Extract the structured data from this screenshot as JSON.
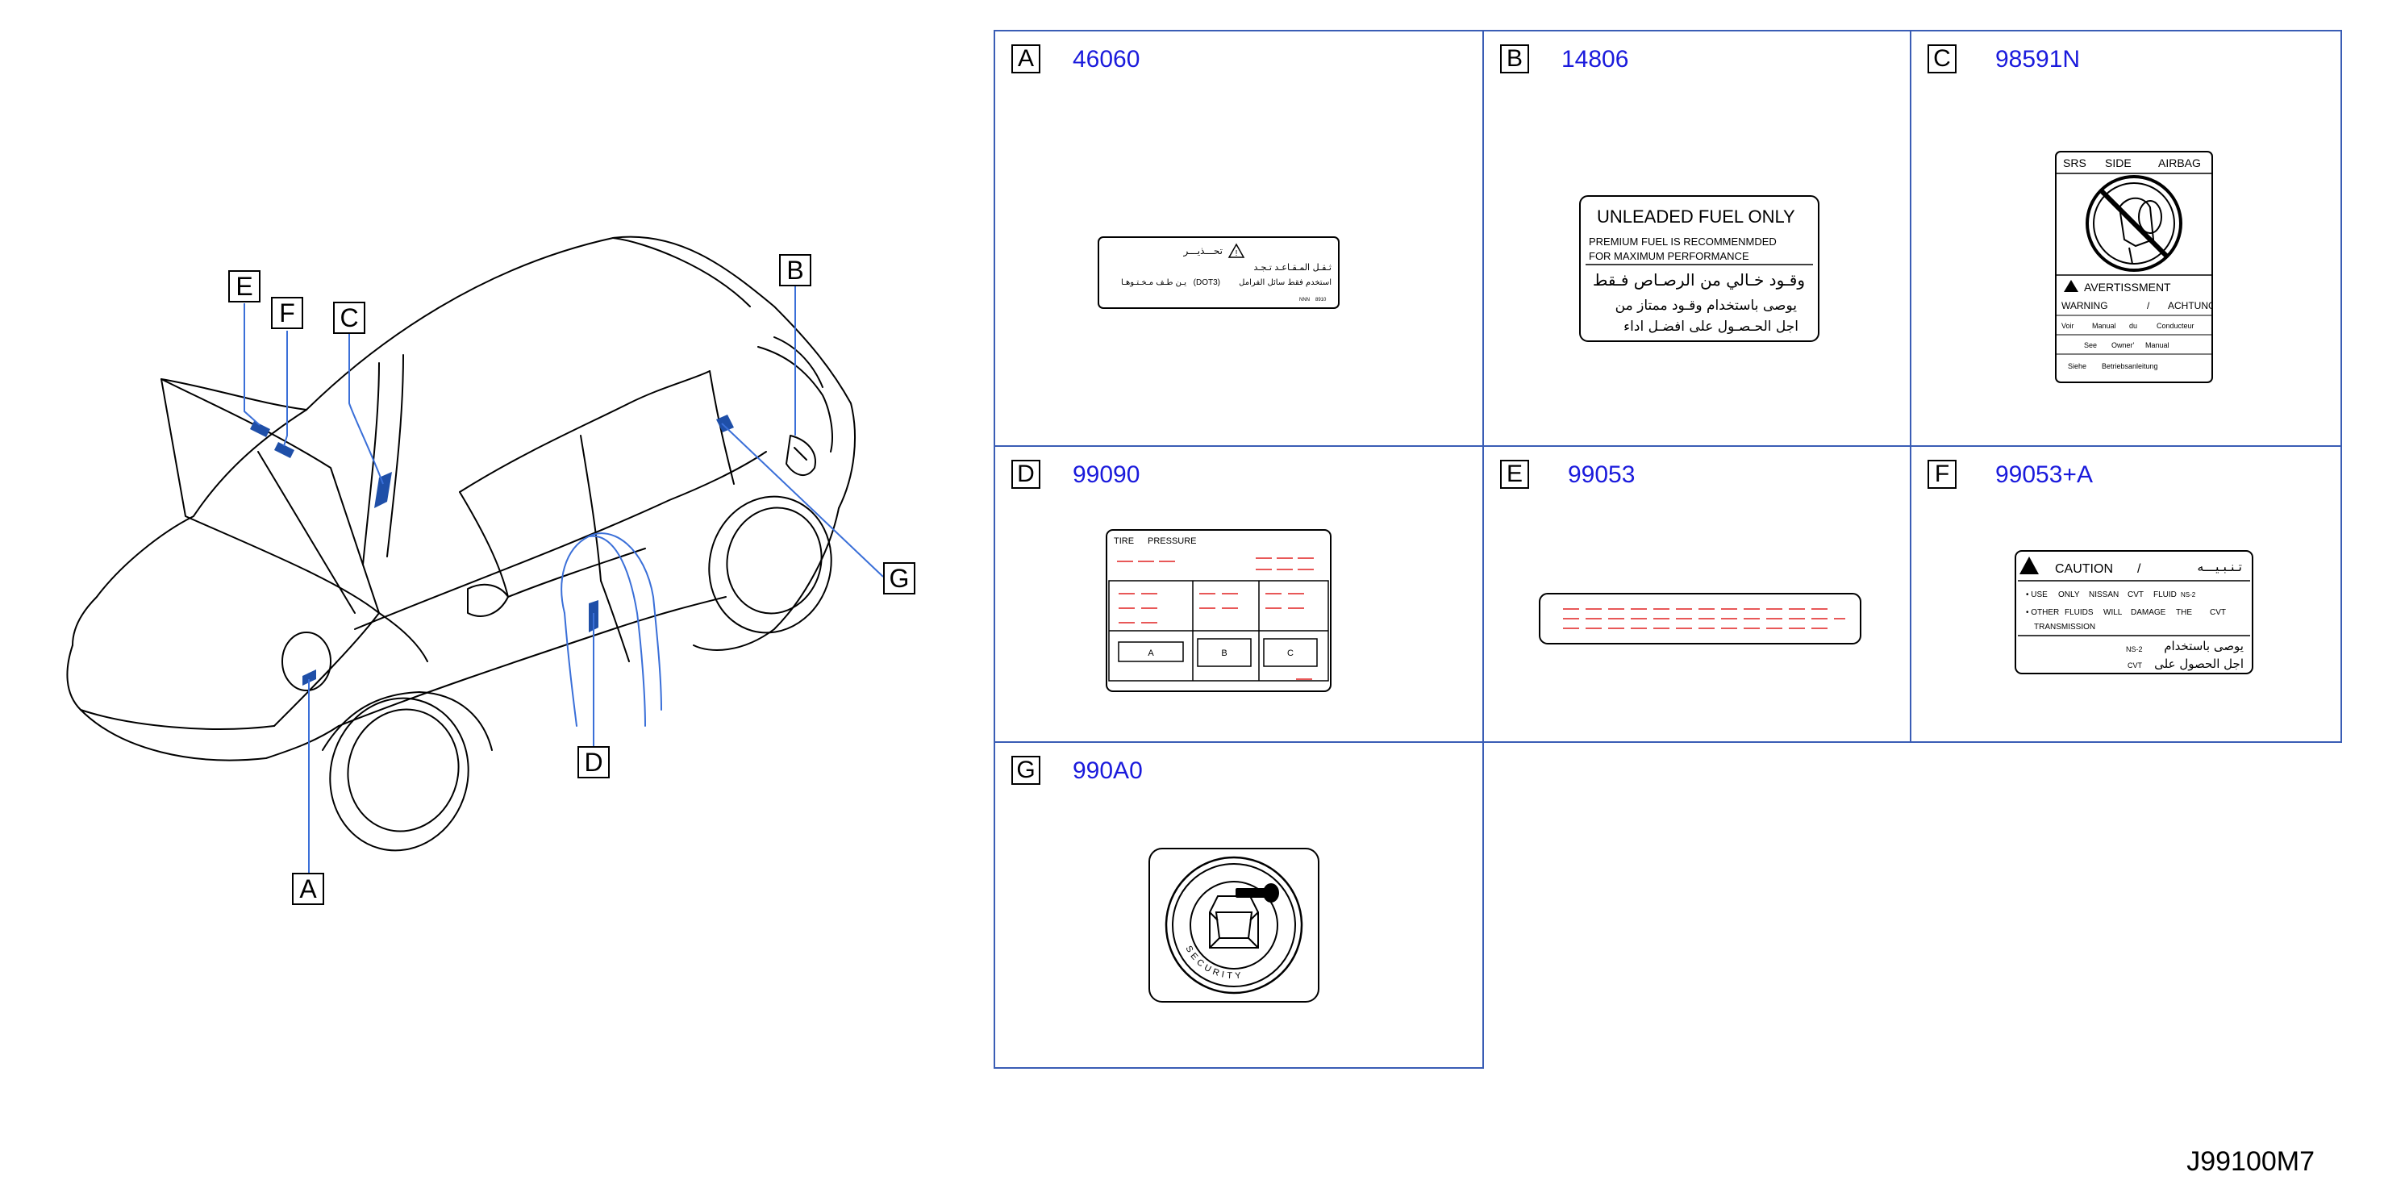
{
  "diagram_code": "J99100M7",
  "callouts": [
    "A",
    "B",
    "C",
    "D",
    "E",
    "F",
    "G"
  ],
  "labels": {
    "A": {
      "letter": "A",
      "part_number": "46060",
      "caution_ar": "تحـــذيـــر",
      "line1_ar": "ثـقـل المـقـاعـد تـجـد",
      "line2_left_ar": "يـن طـف مـخـتـوهـا",
      "line2_dot": "(DOT3)",
      "line2_right_ar": "استخدم فقط سائل الفرامل",
      "footer": [
        "NNN",
        "8910"
      ]
    },
    "B": {
      "letter": "B",
      "part_number": "14806",
      "title": "UNLEADED  FUEL  ONLY",
      "premium_line1": "PREMIUM   FUEL   IS   RECOMMENMDED",
      "premium_line2": "FOR    MAXIMUM    PERFORMANCE",
      "ar_line1": "وقـود خـالي من الرصـاص فـقط",
      "ar_line2": "يوصى باستخدام وقـود ممتاز من",
      "ar_line3": "اجل الحـصـول على افضـل اداء"
    },
    "C": {
      "letter": "C",
      "part_number": "98591N",
      "header": [
        "SRS",
        "SIDE",
        "AIRBAG"
      ],
      "avertissment": "AVERTISSMENT",
      "warning_row": [
        "WARNING",
        "/",
        "ACHTUNG"
      ],
      "voir_row": [
        "Voir",
        "Manual",
        "du",
        "Conducteur"
      ],
      "see_row": [
        "See",
        "Owner'",
        "Manual"
      ],
      "siehe_row": [
        "Siehe",
        "Betriebsanleitung"
      ]
    },
    "D": {
      "letter": "D",
      "part_number": "99090",
      "title": [
        "TIRE",
        "PRESSURE"
      ],
      "boxes": [
        "A",
        "B",
        "C"
      ]
    },
    "E": {
      "letter": "E",
      "part_number": "99053"
    },
    "F": {
      "letter": "F",
      "part_number": "99053+A",
      "caution": "CAUTION",
      "slash": "/",
      "caution_ar": "تـنـبـيـــه",
      "line1": [
        "• USE",
        "ONLY",
        "NISSAN",
        "CVT",
        "FLUID",
        "NS-2"
      ],
      "line2": [
        "• OTHER",
        "FLUIDS",
        "WILL",
        "DAMAGE",
        "THE",
        "CVT"
      ],
      "line3": "TRANSMISSION",
      "ns2": "NS-2",
      "cvt": "CVT",
      "ar_line1": "يوصى باستخدام",
      "ar_line2": "اجل الحصول على"
    },
    "G": {
      "letter": "G",
      "part_number": "990A0",
      "ring_text": "SECURITY"
    }
  },
  "colors": {
    "grid_border": "#3a5db5",
    "part_number": "#1a1adc",
    "leader_line": "#3a6fd8",
    "label_patch": "#1f4fa8",
    "dash_red": "#e02020"
  }
}
